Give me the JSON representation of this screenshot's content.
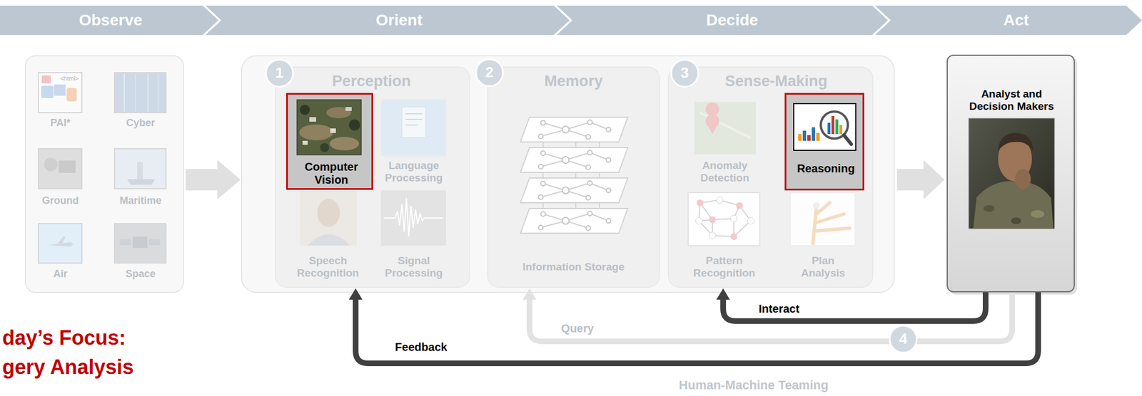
{
  "diagram": {
    "nodes": [
      {
        "text": [
          "Observe"
        ]
      },
      {
        "text": [
          "Orient"
        ]
      },
      {
        "text": [
          "Decide"
        ]
      },
      {
        "text": [
          "Act"
        ]
      },
      {
        "text": [
          "PAI*"
        ]
      },
      {
        "text": [
          "Cyber"
        ]
      },
      {
        "text": [
          "Ground"
        ]
      },
      {
        "text": [
          "Maritime"
        ]
      },
      {
        "text": [
          "Air"
        ]
      },
      {
        "text": [
          "Space"
        ]
      },
      {
        "text": [
          "Perception"
        ]
      },
      {
        "text": [
          "Computer Vision"
        ],
        "in": 10
      },
      {
        "text": [
          "Language Processing"
        ],
        "in": 10
      },
      {
        "text": [
          "Speech Recognition"
        ],
        "in": 10
      },
      {
        "text": [
          "Signal Processing"
        ],
        "in": 10
      },
      {
        "text": [
          "Memory",
          "Information Storage"
        ]
      },
      {
        "text": [
          "Sense-Making"
        ]
      },
      {
        "text": [
          "Anomaly Detection"
        ],
        "in": 16
      },
      {
        "text": [
          "Reasoning"
        ],
        "in": 16
      },
      {
        "text": [
          "Pattern Recognition"
        ],
        "in": 16
      },
      {
        "text": [
          "Plan Analysis"
        ],
        "in": 16
      },
      {
        "text": [
          "Analyst and Decision Makers"
        ]
      }
    ],
    "edges": [
      {
        "from": 21,
        "to": 16,
        "label": "Interact",
        "arrow": "to"
      },
      {
        "from": 21,
        "to": 15,
        "label": "Query",
        "arrow": "to"
      },
      {
        "from": 21,
        "to": 10,
        "label": "Feedback",
        "arrow": "to"
      }
    ],
    "labels": [
      "1",
      "2",
      "3",
      "4",
      "<html>",
      "day’s Focus:",
      "gery Analysis",
      "Human-Machine Teaming"
    ]
  }
}
